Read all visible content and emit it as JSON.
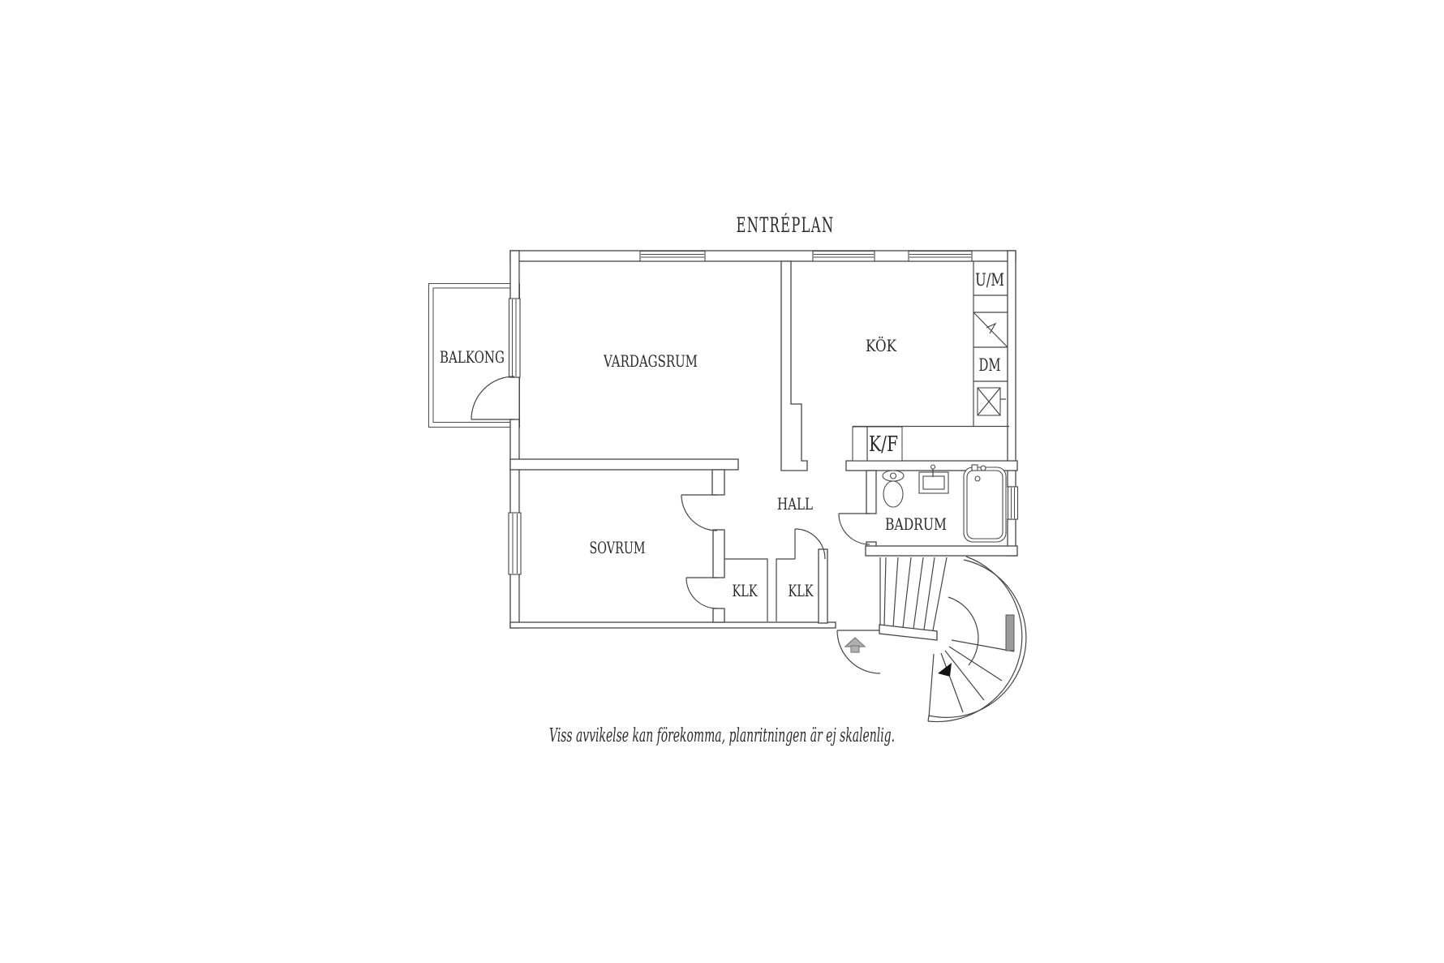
{
  "title": "ENTRÉPLAN",
  "rooms": {
    "balcony": "BALKONG",
    "living_room": "VARDAGSRUM",
    "kitchen": "KÖK",
    "bedroom": "SOVRUM",
    "hall": "HALL",
    "bathroom": "BADRUM",
    "closet_left": "KLK",
    "closet_right": "KLK"
  },
  "appliances": {
    "oven_microwave": "U/M",
    "dishwasher": "DM",
    "fridge_freezer": "K/F"
  },
  "caption": "Viss avvikelse kan förekomma, planritningen är ej skalenlig.",
  "colors": {
    "line": "#454545",
    "text": "#2b2b2b",
    "entry_arrow_fill": "#b0b0b0",
    "entry_arrow_stroke": "#7d7d7d",
    "stair_window_fill": "#9b9b9b",
    "stair_window_stroke": "#555555",
    "stair_arrow_fill": "#141414",
    "background": "#ffffff"
  }
}
